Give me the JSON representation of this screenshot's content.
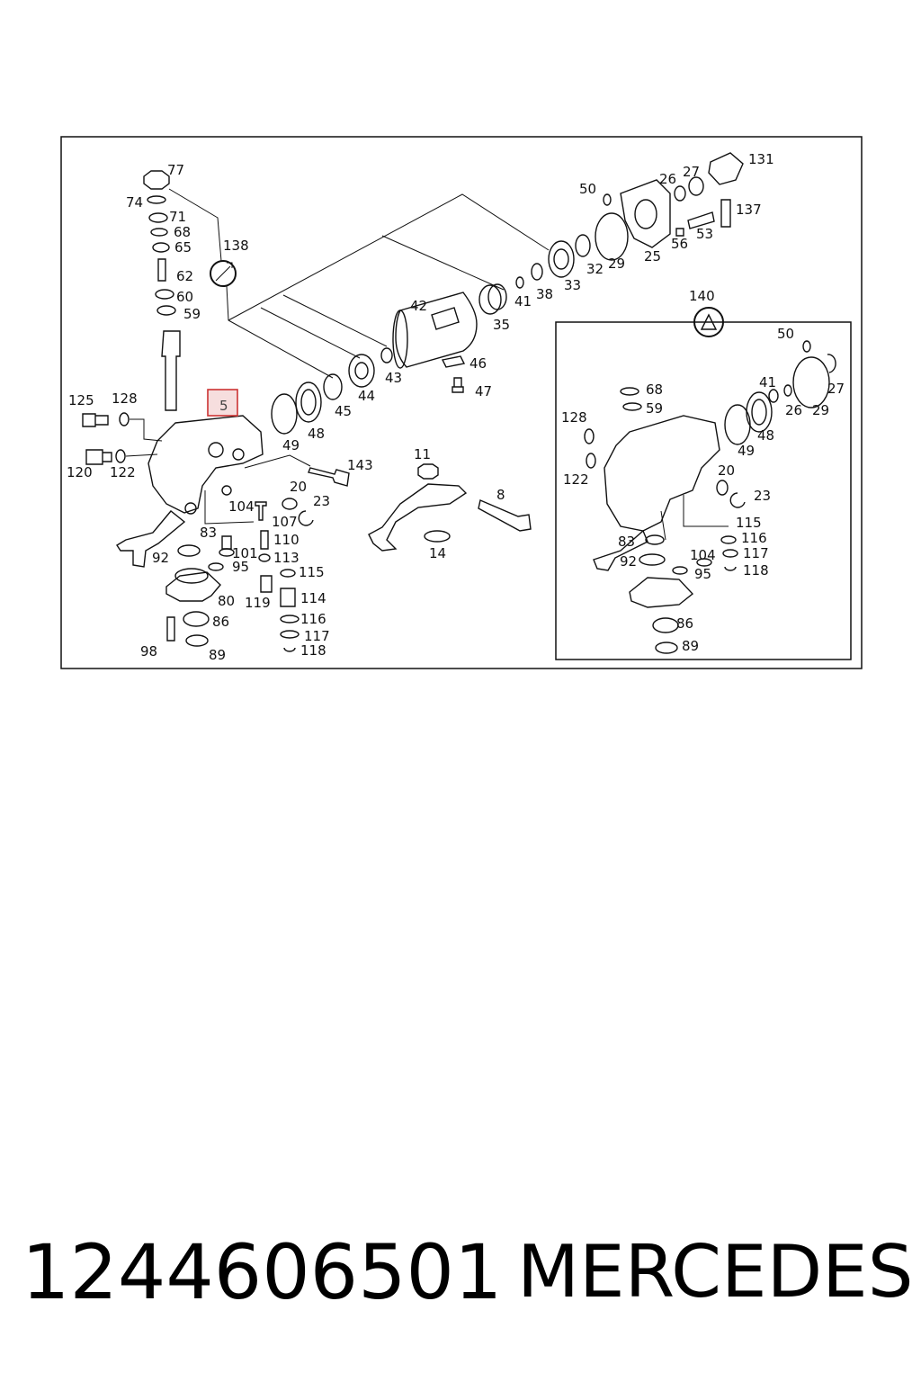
{
  "part_number": "1244606501",
  "brand": "MERCEDES",
  "highlight_color": "#cc3333",
  "highlighted_label": "5",
  "main_labels": [
    "77",
    "74",
    "71",
    "68",
    "65",
    "62",
    "60",
    "59",
    "138",
    "125",
    "128",
    "120",
    "122",
    "143",
    "20",
    "23",
    "104",
    "107",
    "83",
    "92",
    "95",
    "101",
    "110",
    "113",
    "115",
    "80",
    "119",
    "114",
    "86",
    "116",
    "117",
    "98",
    "89",
    "118",
    "11",
    "8",
    "14",
    "42",
    "46",
    "47",
    "43",
    "44",
    "45",
    "49",
    "48",
    "35",
    "41",
    "38",
    "33",
    "32",
    "29",
    "25",
    "50",
    "26",
    "27",
    "131",
    "137",
    "56",
    "53"
  ],
  "inset_labels": [
    "140",
    "50",
    "27",
    "41",
    "26",
    "29",
    "48",
    "49",
    "68",
    "59",
    "128",
    "122",
    "20",
    "23",
    "115",
    "116",
    "117",
    "118",
    "83",
    "104",
    "92",
    "95",
    "86",
    "89"
  ]
}
